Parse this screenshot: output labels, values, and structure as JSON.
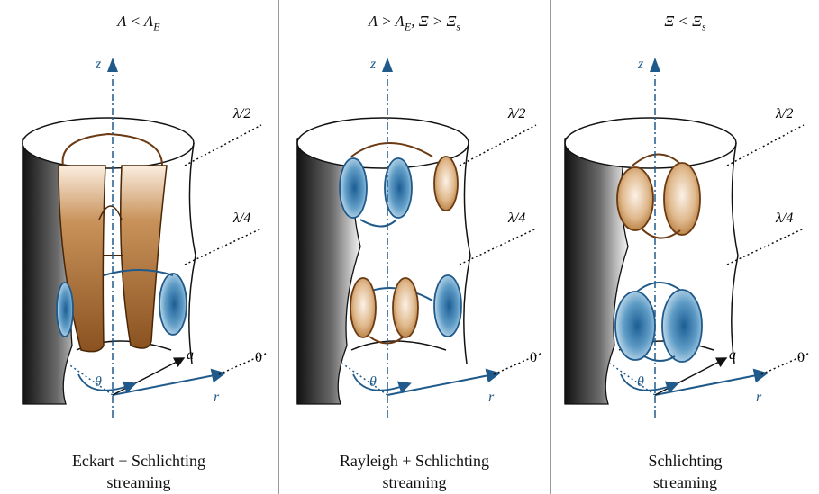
{
  "headers": [
    {
      "main": "Λ < Λ",
      "sub1": "E",
      "rest": "",
      "sub2": ""
    },
    {
      "main": "Λ > Λ",
      "sub1": "E",
      "rest": ", Ξ > Ξ",
      "sub2": "s"
    },
    {
      "main": "Ξ < Ξ",
      "sub1": "s",
      "rest": "",
      "sub2": ""
    }
  ],
  "axis_labels": {
    "z": "z",
    "r": "r",
    "theta": "θ",
    "a": "a"
  },
  "height_labels": {
    "half": "λ/2",
    "quarter": "λ/4",
    "zero": "0"
  },
  "captions": [
    {
      "line1": "Eckart + Schlichting",
      "line2": "streaming"
    },
    {
      "line1": "Rayleigh + Schlichting",
      "line2": "streaming"
    },
    {
      "line1": "Schlichting",
      "line2": "streaming"
    }
  ],
  "colors": {
    "blue": "#1f5a8a",
    "brown": "#6b3a12",
    "copper": "#b57a3a",
    "light_blue": "#7fb0d0"
  }
}
